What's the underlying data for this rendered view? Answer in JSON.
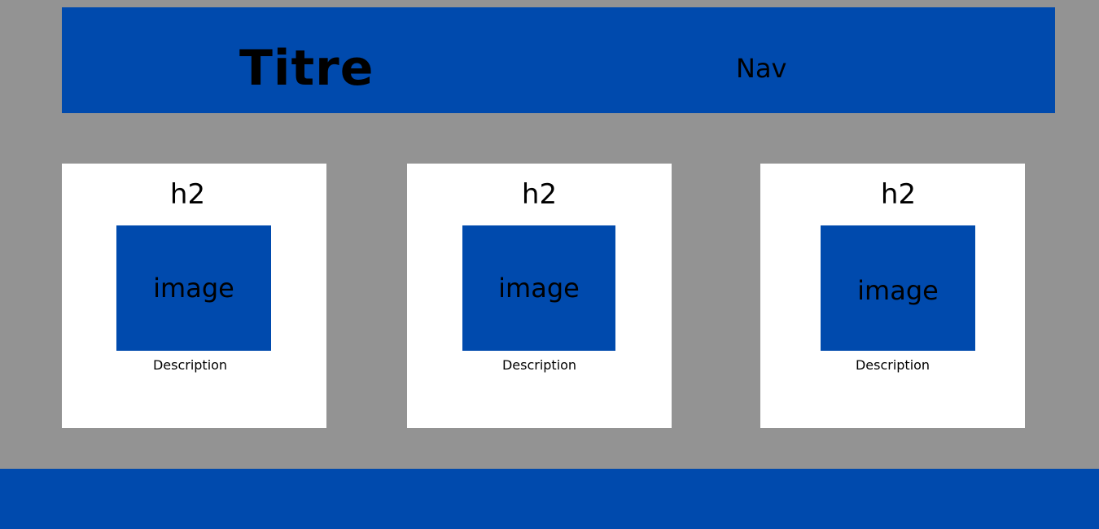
{
  "header": {
    "title": "Titre",
    "nav": "Nav"
  },
  "cards": [
    {
      "heading": "h2",
      "image_label": "image",
      "description": "Description"
    },
    {
      "heading": "h2",
      "image_label": "image",
      "description": "Description"
    },
    {
      "heading": "h2",
      "image_label": "image",
      "description": "Description"
    }
  ],
  "colors": {
    "background": "#939393",
    "accent": "#004AAD",
    "card": "#ffffff"
  }
}
